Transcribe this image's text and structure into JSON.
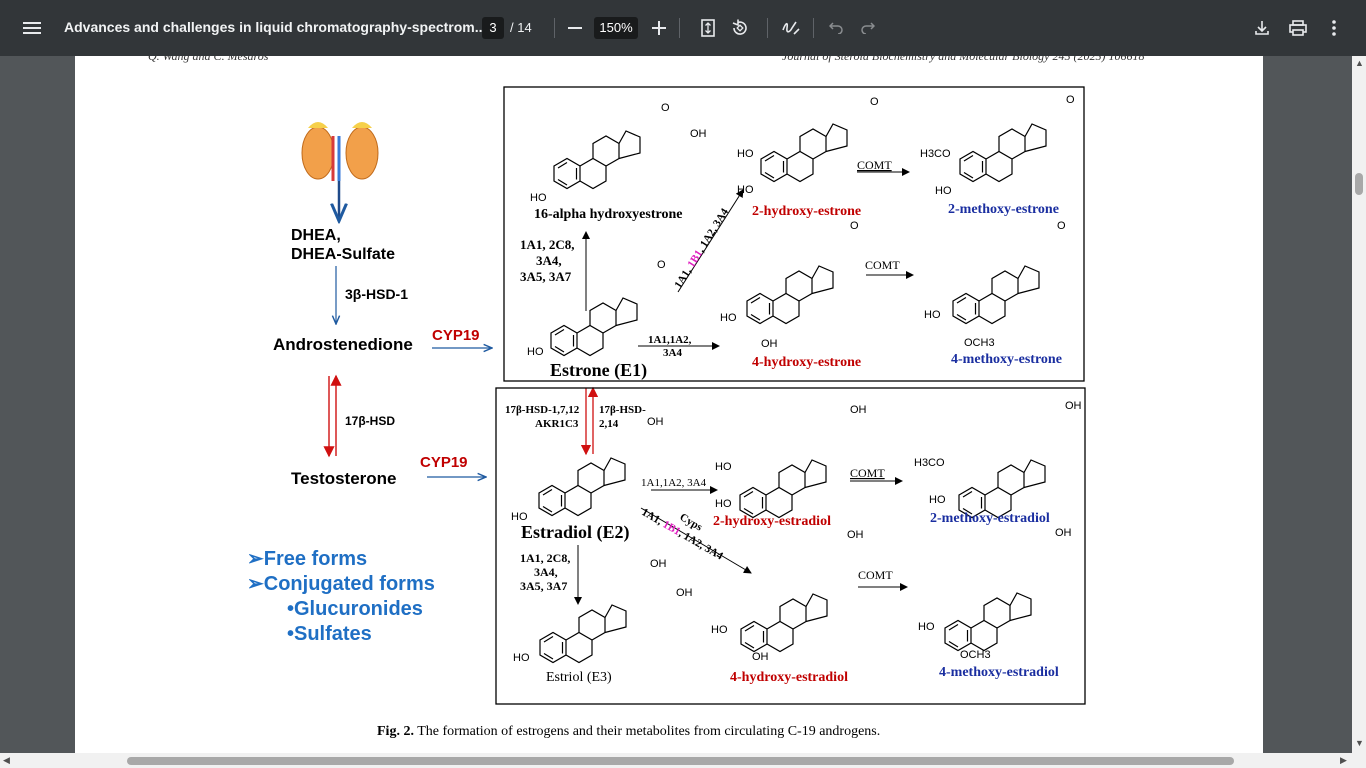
{
  "toolbar": {
    "menu_icon": "hamburger-menu-icon",
    "doc_title": "Advances and challenges in liquid chromatography-spectrom...",
    "current_page": "3",
    "page_total": "/ 14",
    "zoom": "150%",
    "icons": [
      "zoom-out-icon",
      "zoom-in-icon",
      "fit-page-icon",
      "rotate-icon",
      "annotate-icon",
      "undo-icon",
      "redo-icon",
      "download-icon",
      "print-icon",
      "more-icon"
    ]
  },
  "page": {
    "running_head_left": "Q. Wang and C. Mesaros",
    "running_head_right": "Journal of Steroid Biochemistry and Molecular Biology 245 (2025) 106618"
  },
  "figure": {
    "left": {
      "dhea": "DHEA,",
      "dhea_s": "DHEA-Sulfate",
      "hsd1": "3β-HSD-1",
      "androstenedione": "Androstenedione",
      "cyp19_a": "CYP19",
      "hsd17": "17β-HSD",
      "testosterone": "Testosterone",
      "cyp19_b": "CYP19",
      "free_forms": "➢Free forms",
      "conjugated_forms": "➢Conjugated forms",
      "glucuronides": "•Glucuronides",
      "sulfates": "•Sulfates"
    },
    "top_box": {
      "hydroxyestrone16": "16-alpha hydroxyestrone",
      "enzymes_up": [
        "1A1, 2C8,",
        "3A4,",
        "3A5, 3A7"
      ],
      "estrone": "Estrone (E1)",
      "enzymes_diag_a": "1A1, ",
      "enzymes_diag_b": "1B1",
      "enzymes_diag_c": ", 1A2, 3A4",
      "enzymes_right": [
        "1A1,1A2,",
        "3A4"
      ],
      "hydroxyestrone2": "2-hydroxy-estrone",
      "hydroxyestrone4": "4-hydroxy-estrone",
      "methoxyestrone2": "2-methoxy-estrone",
      "methoxyestrone4": "4-methoxy-estrone",
      "comt_a": "COMT",
      "comt_b": "COMT"
    },
    "bottom_box": {
      "hsd_left": [
        "17β-HSD-1,7,12",
        "AKR1C3"
      ],
      "hsd_right": [
        "17β-HSD-",
        "2,14"
      ],
      "estradiol": "Estradiol (E2)",
      "enzymes_right": "1A1,1A2, 3A4",
      "enzymes_diag_a": "1A1, ",
      "enzymes_diag_b": "1B1",
      "enzymes_diag_c": ", 1A2, 3A4",
      "cyps": "Cyps",
      "enzymes_down": [
        "1A1, 2C8,",
        "3A4,",
        "3A5, 3A7"
      ],
      "estriol": "Estriol (E3)",
      "hydroxyestradiol2": "2-hydroxy-estradiol",
      "hydroxyestradiol4": "4-hydroxy-estradiol",
      "methoxyestradiol2": "2-methoxy-estradiol",
      "methoxyestradiol4": "4-methoxy-estradiol",
      "comt_a": "COMT",
      "comt_b": "COMT"
    },
    "chem_labels": {
      "oh": "OH",
      "o": "O",
      "ho": "HO",
      "h3co": "H3CO",
      "och3": "OCH3"
    }
  },
  "caption": {
    "label": "Fig. 2.",
    "text": " The formation of estrogens and their metabolites from circulating C-19 androgens."
  },
  "colors": {
    "toolbar_bg": "#323639",
    "viewer_bg": "#525659",
    "red_label": "#c00000",
    "blue_label": "#1f4eb4",
    "magenta": "#e020c0",
    "arrow_blue": "#1f5aa0"
  }
}
